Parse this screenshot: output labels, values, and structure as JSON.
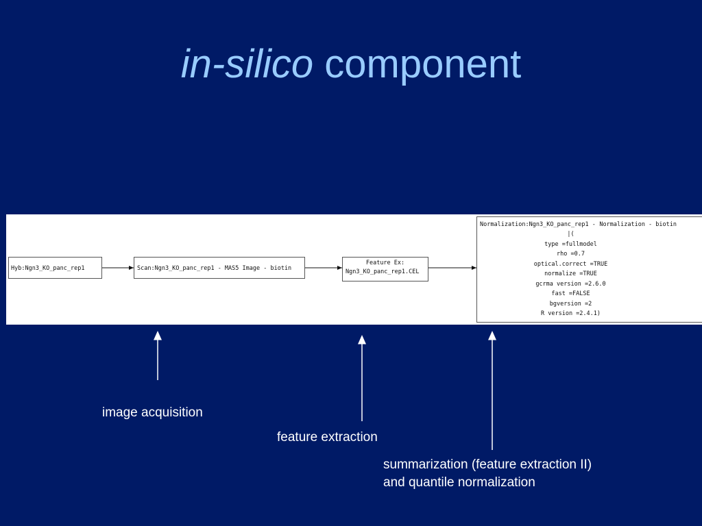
{
  "title": {
    "italic": "in-silico",
    "rest": " component"
  },
  "pipeline": {
    "hyb": "Hyb:Ngn3_KO_panc_rep1",
    "scan": "Scan:Ngn3_KO_panc_rep1 - MAS5 Image - biotin",
    "feature": {
      "line1": "Feature Ex:",
      "line2": "Ngn3_KO_panc_rep1.CEL"
    },
    "normalization": {
      "header_left": "Normalization:Ngn3_KO_panc_rep1 -",
      "header_right": "Normalization - biotin",
      "params": [
        "|(",
        "type =fullmodel",
        "rho =0.7",
        "optical.correct =TRUE",
        "normalize =TRUE",
        "gcrma version =2.6.0",
        "fast =FALSE",
        "bgversion =2",
        "R version =2.4.1)"
      ]
    }
  },
  "labels": {
    "image_acquisition": "image acquisition",
    "feature_extraction": "feature extraction",
    "summarization_line1": "summarization (feature extraction II)",
    "summarization_line2": "and quantile normalization"
  },
  "colors": {
    "background": "#001a66",
    "title": "#99ccff",
    "label": "#ffffff"
  }
}
